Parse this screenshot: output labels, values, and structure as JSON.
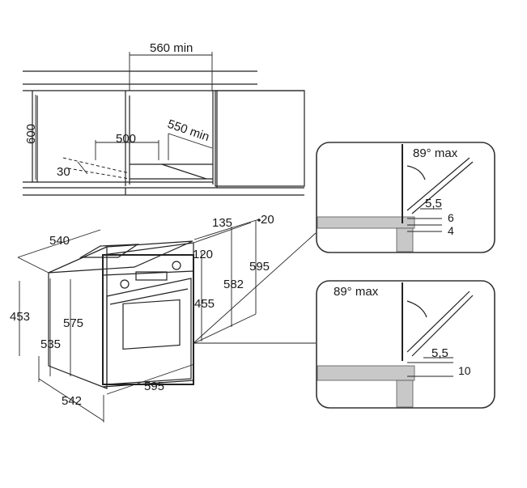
{
  "cabinet": {
    "width_min": "560 min",
    "height": "600",
    "depth": "500",
    "depth_min": "550 min",
    "vent": "30"
  },
  "oven": {
    "depth": "540",
    "protrusion": "135",
    "panel": "20",
    "top_offset": "120",
    "front_height": "595",
    "niche_height": "582",
    "door_height": "455",
    "side_height": "453",
    "body_height": "575",
    "inner_height": "535",
    "width": "595",
    "bottom_depth": "542"
  },
  "detail_top": {
    "angle": "89° max",
    "gap": "5,5",
    "dim_a": "6",
    "dim_b": "4"
  },
  "detail_bottom": {
    "angle": "89° max",
    "gap": "5,5",
    "dim_a": "10"
  }
}
